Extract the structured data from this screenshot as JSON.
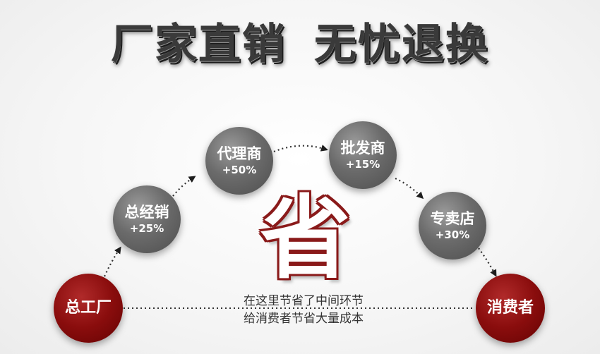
{
  "headline": {
    "left": "厂家直销",
    "right": "无忧退换"
  },
  "nodes": {
    "factory": {
      "label": "总工厂"
    },
    "distributor": {
      "label": "总经销",
      "markup": "+25%"
    },
    "agent": {
      "label": "代理商",
      "markup": "+50%"
    },
    "wholesaler": {
      "label": "批发商",
      "markup": "+15%"
    },
    "retailer": {
      "label": "专卖店",
      "markup": "+30%"
    },
    "consumer": {
      "label": "消费者"
    }
  },
  "save_char": "省",
  "caption": {
    "line1": "在这里节省了中间环节",
    "line2": "给消费者节省大量成本"
  },
  "colors": {
    "gray_node": "#6b6b6b",
    "red_node": "#8a0d0d",
    "save_outline": "#8a1a1a",
    "dotted_line": "#333333"
  }
}
